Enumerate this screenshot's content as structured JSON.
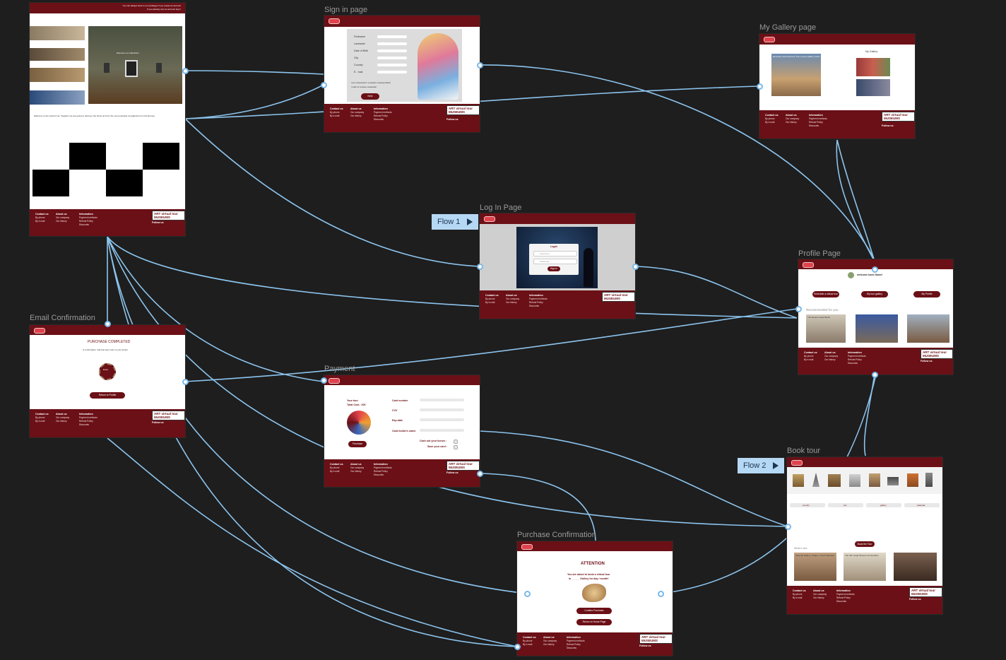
{
  "flows": {
    "flow1": "Flow 1",
    "flow2": "Flow 2"
  },
  "frames": {
    "signin": "Sign in page",
    "gallery": "My Gallery page",
    "login": "Log In Page",
    "profile": "Profile Page",
    "email": "Email Confirmation",
    "payment": "Payment",
    "booktour": "Book tour",
    "purchase": "Purchase Confirmation"
  },
  "footer": {
    "contact": "Contact us",
    "about": "About us",
    "information": "Information",
    "by_phone": "By phone",
    "by_mail": "By e-mail",
    "our_company": "Our company",
    "our_history": "Our history",
    "payment_methods": "Payment methods",
    "refund_policy": "Refund Policy",
    "discounts": "Discounts",
    "follow": "Follow us",
    "badge": "ART virtual tour MUSEUMS"
  },
  "home": {
    "top_text": "You can always book in our privileges if you create an account",
    "top_login": "If you already own an account log in",
    "hero_caption": "Discover our collections",
    "welcome": "Welcome to the world of art. Together we are going to discover the finest art from the most exquisite art galleries from the Europe."
  },
  "signin": {
    "fields": [
      "Firstname",
      "Lastname",
      "Date of Birth",
      "City",
      "Country",
      "E - mail"
    ],
    "check1": "I am interested in a student representation",
    "check2": "I want to receive newsletter",
    "button": "Next"
  },
  "gallery": {
    "title": "My Gallery",
    "caption": "Recently confirmed tour The Louvre Gallery, Paris"
  },
  "login": {
    "title": "Login",
    "user_placeholder": "Username",
    "pass_placeholder": "Password",
    "button": "Sign in"
  },
  "profile": {
    "welcome": "welcome back Name!",
    "buttons": [
      "Schedule a virtual tour",
      "My tour gallery",
      "My Profile"
    ],
    "recommended": "Recommended for you",
    "rec_caption": "The Neues Greek Berlin"
  },
  "email": {
    "title": "PURCHASE COMPLETED",
    "subtitle": "A confirmation mail has been sent to your Email",
    "button": "Return to Profile",
    "center_label": "Enter"
  },
  "payment": {
    "your_tour": "Your tour",
    "total": "Total Cost : 20€",
    "fields": [
      "Card number",
      "CVV",
      "Exp.date",
      "Card holder's name"
    ],
    "cashout": "Cash out your bonus :",
    "save_card": "Save your card :",
    "button": "Purchase"
  },
  "booktour": {
    "filters": [
      "country",
      "city",
      "gallery",
      "calendar"
    ],
    "button": "Book the Tour",
    "whats_new": "What's new",
    "new1": "National Gallery, Prague, Czech Republic",
    "new2": "The Van Gogh Museum Amsterdam"
  },
  "purchase": {
    "attention": "ATTENTION",
    "line1": "You are about to book a virtual tour",
    "line2": "in _ _ _ _ Gallery for day / month!",
    "btn1": "Confirm Purchase",
    "btn2": "Return to Home Page"
  }
}
